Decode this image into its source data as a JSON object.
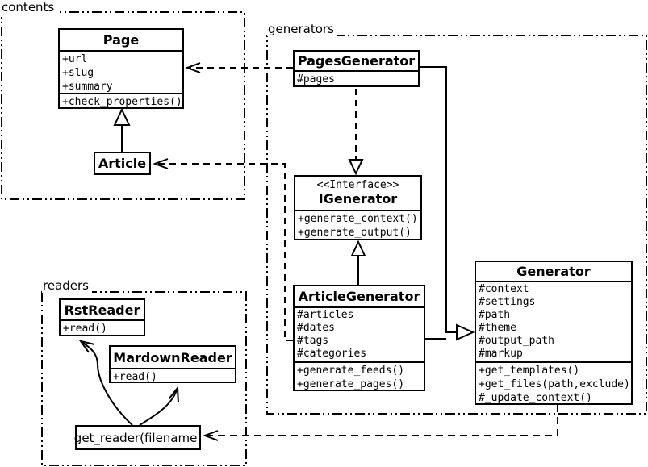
{
  "diagram_title": "",
  "packages": {
    "contents": {
      "label": "contents"
    },
    "generators": {
      "label": "generators"
    },
    "readers": {
      "label": "readers"
    }
  },
  "classes": {
    "page": {
      "name": "Page",
      "attributes": [
        "+url",
        "+slug",
        "+summary"
      ],
      "methods": [
        "+check_properties()"
      ]
    },
    "article": {
      "name": "Article"
    },
    "pages_generator": {
      "name": "PagesGenerator",
      "attributes": [
        "#pages"
      ]
    },
    "igenerator": {
      "stereotype": "<<Interface>>",
      "name": "IGenerator",
      "methods": [
        "+generate_context()",
        "+generate_output()"
      ]
    },
    "article_generator": {
      "name": "ArticleGenerator",
      "attributes": [
        "#articles",
        "#dates",
        "#tags",
        "#categories"
      ],
      "methods": [
        "+generate_feeds()",
        "+generate_pages()"
      ]
    },
    "generator": {
      "name": "Generator",
      "attributes": [
        "#context",
        "#settings",
        "#path",
        "#theme",
        "#output_path",
        "#markup"
      ],
      "methods": [
        "+get_templates()",
        "+get_files(path,exclude)",
        "#_update_context()"
      ]
    },
    "rst_reader": {
      "name": "RstReader",
      "methods": [
        "+read()"
      ]
    },
    "markdown_reader": {
      "name": "MardownReader",
      "methods": [
        "+read()"
      ]
    },
    "get_reader": {
      "label": "get_reader(filename)"
    }
  },
  "colors": {
    "line": "#000000",
    "background": "#ffffff"
  }
}
